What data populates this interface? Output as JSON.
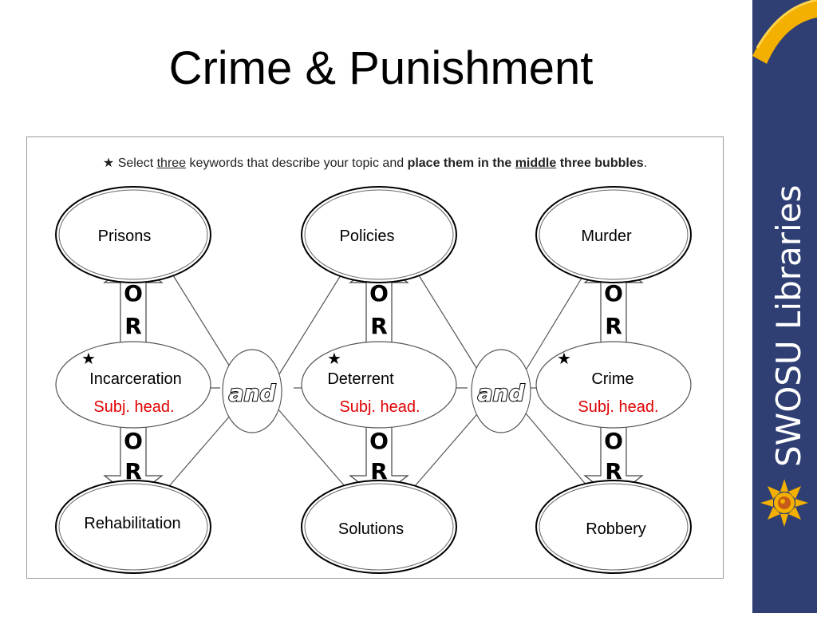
{
  "title": "Crime & Punishment",
  "instruction": {
    "p1": " Select ",
    "p2": "three",
    "p3": " keywords that describe your topic and ",
    "p4": "place them in the ",
    "p5": "middle",
    "p6": " three bubbles",
    "p7": "."
  },
  "columns": [
    {
      "top": "Prisons",
      "middle": "Incarceration",
      "subject": "Subj. head.",
      "bottom": "Rehabilitation"
    },
    {
      "top": "Policies",
      "middle": "Deterrent",
      "subject": "Subj. head.",
      "bottom": "Solutions"
    },
    {
      "top": "Murder",
      "middle": "Crime",
      "subject": "Subj. head.",
      "bottom": "Robbery"
    }
  ],
  "or_letters": [
    "O",
    "R"
  ],
  "connector": "and",
  "brand": {
    "name": "SWOSU Libraries",
    "sidebar_color": "#2f3f74",
    "accent_color": "#f3b000",
    "logo_icon": "sun-icon"
  }
}
